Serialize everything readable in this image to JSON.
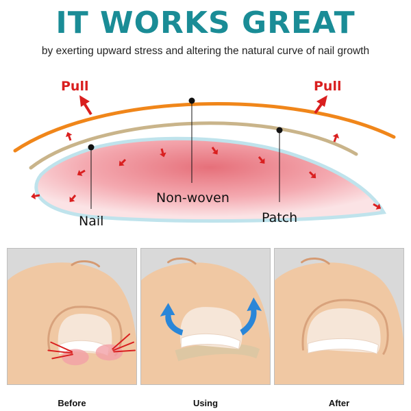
{
  "header": {
    "title": "IT WORKS GREAT",
    "subtitle": "by exerting upward stress and altering the natural curve of nail growth"
  },
  "diagram": {
    "pull_left": "Pull",
    "pull_right": "Pull",
    "label_nonwoven": "Non-woven",
    "label_nail": "Nail",
    "label_patch": "Patch"
  },
  "panels": [
    {
      "caption": "Before"
    },
    {
      "caption": "Using"
    },
    {
      "caption": "After"
    }
  ],
  "colors": {
    "headline": "#1a8c96",
    "arrow": "#d91f1f",
    "nonwoven": "#f0861a",
    "patch": "#c9b48a",
    "skin": "#f0c8a3",
    "nail": "#f6e6d8",
    "nail_tip": "#ffffff",
    "nail_bed": "#f4a9b0",
    "lift_arrow": "#2a86d8"
  }
}
